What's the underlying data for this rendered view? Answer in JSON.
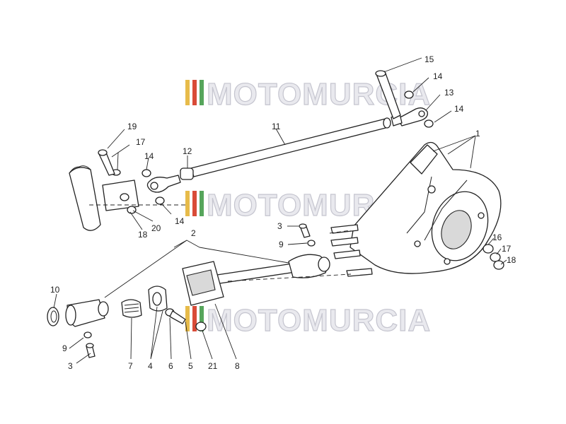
{
  "watermark": {
    "text": "MOTOMURCIA",
    "colors": [
      "#e7bb4a",
      "#d94b38",
      "#56a55b",
      "#b7b7c4"
    ]
  },
  "callouts": {
    "c1": "1",
    "c2": "2",
    "c3a": "3",
    "c3b": "3",
    "c4": "4",
    "c5": "5",
    "c6": "6",
    "c7": "7",
    "c8": "8",
    "c9a": "9",
    "c9b": "9",
    "c10": "10",
    "c11": "11",
    "c12": "12",
    "c13": "13",
    "c14a": "14",
    "c14b": "14",
    "c14c": "14",
    "c14d": "14",
    "c15": "15",
    "c16": "16",
    "c17": "17",
    "c18": "18",
    "c18b": "18",
    "c19": "19",
    "c17b": "17",
    "c20": "20",
    "c21": "21"
  }
}
